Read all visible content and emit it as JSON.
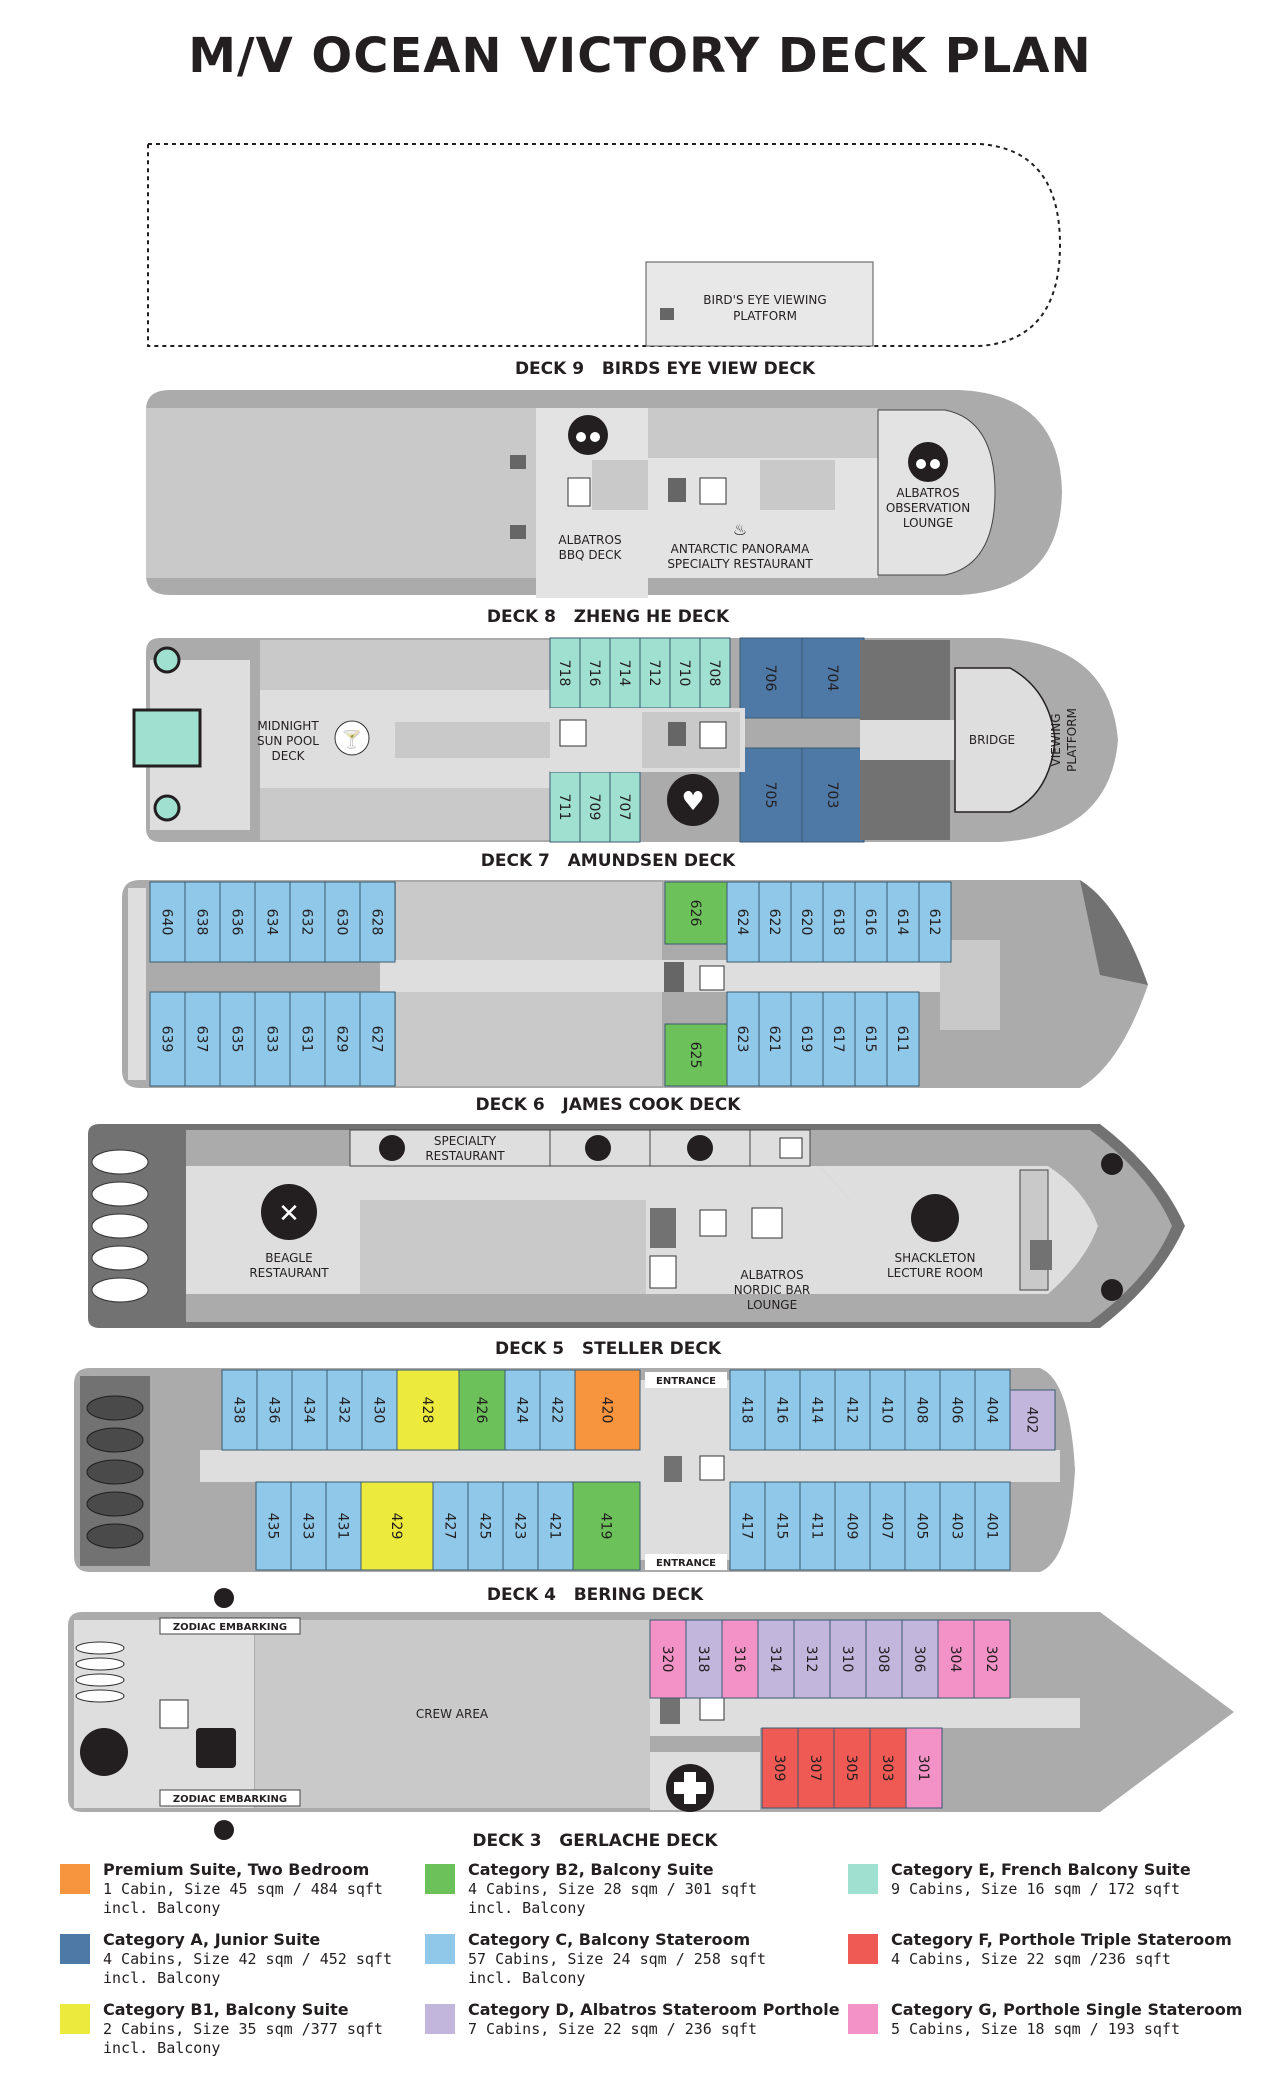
{
  "title": "M/V OCEAN VICTORY DECK PLAN",
  "colors": {
    "premium": "#f7943e",
    "catA": "#4e79a7",
    "catB1": "#ecea3c",
    "catB2": "#6cc15a",
    "catC": "#8fc8e8",
    "catD": "#c2b6dd",
    "catE": "#9fe0d0",
    "catF": "#ef5a55",
    "catG": "#f292c7",
    "hull": "#ababab",
    "deck": "#dedede",
    "dark": "#727272",
    "ink": "#231f20"
  },
  "decks": {
    "d9": {
      "label": "DECK 9   BIRDS EYE VIEW DECK",
      "platform_line1": "BIRD'S EYE VIEWING",
      "platform_line2": "PLATFORM"
    },
    "d8": {
      "label": "DECK 8   ZHENG HE DECK",
      "bbq1": "ALBATROS",
      "bbq2": "BBQ DECK",
      "panorama1": "ANTARCTIC PANORAMA",
      "panorama2": "SPECIALTY RESTAURANT",
      "lounge1": "ALBATROS",
      "lounge2": "OBSERVATION",
      "lounge3": "LOUNGE"
    },
    "d7": {
      "label": "DECK 7   AMUNDSEN DECK",
      "pool1": "MIDNIGHT",
      "pool2": "SUN POOL",
      "pool3": "DECK",
      "bridge": "BRIDGE",
      "viewing1": "VIEWING",
      "viewing2": "PLATFORM",
      "cabins_top": [
        "718",
        "716",
        "714",
        "712",
        "710",
        "708"
      ],
      "cabins_bot": [
        "711",
        "709",
        "707"
      ],
      "suites_top": [
        "706",
        "704"
      ],
      "suites_bot": [
        "705",
        "703"
      ]
    },
    "d6": {
      "label": "DECK 6   JAMES COOK DECK",
      "aft_top": [
        "640",
        "638",
        "636",
        "634",
        "632",
        "630",
        "628"
      ],
      "aft_bot": [
        "639",
        "637",
        "635",
        "633",
        "631",
        "629",
        "627"
      ],
      "mid_top": "626",
      "mid_bot": "625",
      "fwd_top": [
        "624",
        "622",
        "620",
        "618",
        "616",
        "614",
        "612"
      ],
      "fwd_bot": [
        "623",
        "621",
        "619",
        "617",
        "615",
        "611"
      ]
    },
    "d5": {
      "label": "DECK 5   STELLER DECK",
      "specialty1": "SPECIALTY",
      "specialty2": "RESTAURANT",
      "beagle1": "BEAGLE",
      "beagle2": "RESTAURANT",
      "nordic1": "ALBATROS",
      "nordic2": "NORDIC BAR",
      "nordic3": "LOUNGE",
      "lecture1": "SHACKLETON",
      "lecture2": "LECTURE ROOM"
    },
    "d4": {
      "label": "DECK 4   BERING DECK",
      "entrance_top": "ENTRANCE",
      "entrance_bot": "ENTRANCE",
      "aft_top": [
        "438",
        "436",
        "434",
        "432",
        "430"
      ],
      "b1_top": "428",
      "b2_top": "426",
      "c_top": [
        "424",
        "422"
      ],
      "prem_top": "420",
      "aft_bot": [
        "435",
        "433",
        "431"
      ],
      "b1_bot": "429",
      "c_bot": [
        "427",
        "425",
        "423",
        "421"
      ],
      "b2_bot": "419",
      "fwd_top": [
        "418",
        "416",
        "414",
        "412",
        "410",
        "408",
        "406",
        "404"
      ],
      "d_top": "402",
      "fwd_bot": [
        "417",
        "415",
        "411",
        "409",
        "407",
        "405",
        "403",
        "401"
      ]
    },
    "d3": {
      "label": "DECK 3   GERLACHE DECK",
      "zodiac_top": "ZODIAC EMBARKING",
      "zodiac_bot": "ZODIAC EMBARKING",
      "crew": "CREW AREA",
      "top_cabins": [
        {
          "n": "320",
          "c": "G"
        },
        {
          "n": "318",
          "c": "D"
        },
        {
          "n": "316",
          "c": "G"
        },
        {
          "n": "314",
          "c": "D"
        },
        {
          "n": "312",
          "c": "D"
        },
        {
          "n": "310",
          "c": "D"
        },
        {
          "n": "308",
          "c": "D"
        },
        {
          "n": "306",
          "c": "D"
        },
        {
          "n": "304",
          "c": "G"
        },
        {
          "n": "302",
          "c": "G"
        }
      ],
      "bot_cabins": [
        {
          "n": "309",
          "c": "F"
        },
        {
          "n": "307",
          "c": "F"
        },
        {
          "n": "305",
          "c": "F"
        },
        {
          "n": "303",
          "c": "F"
        },
        {
          "n": "301",
          "c": "G"
        }
      ]
    }
  },
  "legend": [
    {
      "color": "premium",
      "name": "Premium Suite, Two Bedroom",
      "line1": "1 Cabin, Size 45 sqm / 484 sqft",
      "line2": "incl. Balcony"
    },
    {
      "color": "catB2",
      "name": "Category B2, Balcony Suite",
      "line1": "4 Cabins, Size 28 sqm / 301 sqft",
      "line2": "incl. Balcony"
    },
    {
      "color": "catE",
      "name": "Category E, French Balcony Suite",
      "line1": "9 Cabins, Size 16 sqm / 172 sqft",
      "line2": ""
    },
    {
      "color": "catA",
      "name": "Category A, Junior Suite",
      "line1": "4 Cabins, Size 42 sqm / 452 sqft",
      "line2": "incl. Balcony"
    },
    {
      "color": "catC",
      "name": "Category C, Balcony Stateroom",
      "line1": "57 Cabins, Size 24 sqm / 258 sqft",
      "line2": "incl. Balcony"
    },
    {
      "color": "catF",
      "name": "Category F,  Porthole Triple Stateroom",
      "line1": "4 Cabins, Size 22 sqm /236 sqft",
      "line2": ""
    },
    {
      "color": "catB1",
      "name": "Category B1, Balcony Suite",
      "line1": "2 Cabins, Size 35 sqm /377 sqft",
      "line2": "incl. Balcony"
    },
    {
      "color": "catD",
      "name": "Category D, Albatros Stateroom Porthole",
      "line1": "7 Cabins, Size 22 sqm / 236 sqft",
      "line2": ""
    },
    {
      "color": "catG",
      "name": "Category G, Porthole Single Stateroom",
      "line1": "5 Cabins, Size 18 sqm / 193 sqft",
      "line2": ""
    }
  ]
}
